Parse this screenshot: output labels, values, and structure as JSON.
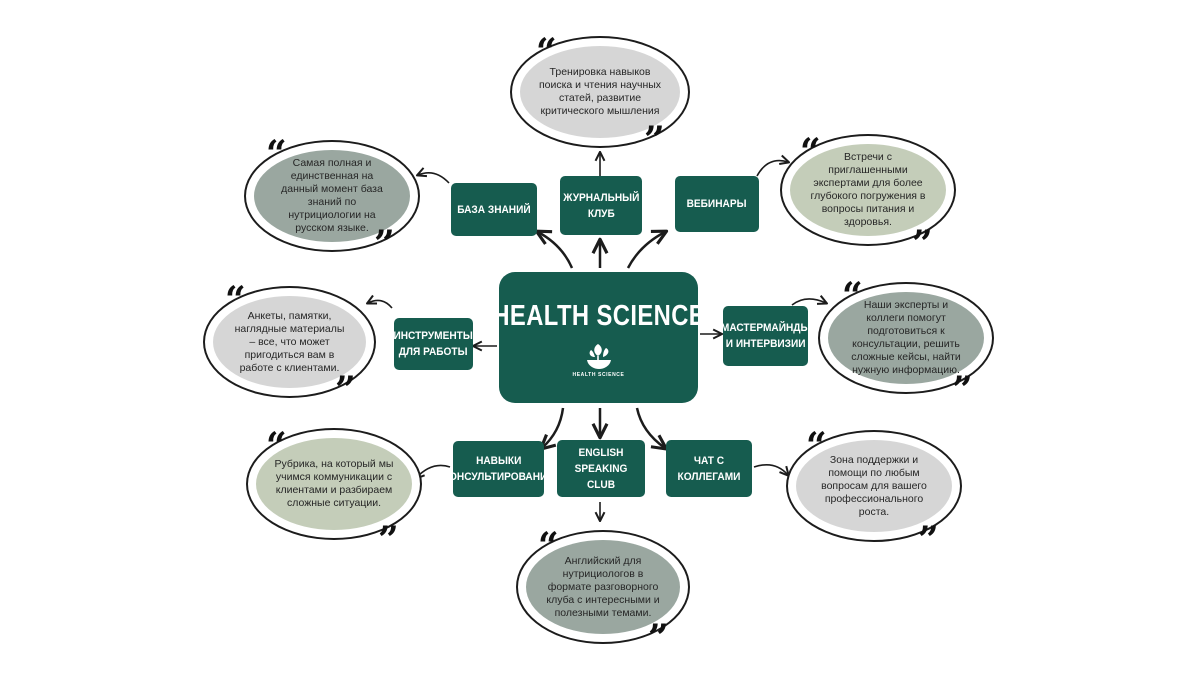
{
  "center": {
    "title": "HEALTH SCIENCE",
    "logo_text": "HEALTH SCIENCE",
    "color": "#165c4f"
  },
  "colors": {
    "node": "#165c4f",
    "bubble_gray_green": "#9aa7a0",
    "bubble_pale_green": "#c4cdb9",
    "bubble_light_gray": "#d6d6d6"
  },
  "quote_open": "“",
  "quote_close": "”",
  "nodes": {
    "baza": "БАЗА ЗНАНИЙ",
    "journal": "ЖУРНАЛЬНЫЙ КЛУБ",
    "webinars": "ВЕБИНАРЫ",
    "instruments": "ИНСТРУМЕНТЫ ДЛЯ РАБОТЫ",
    "mastermind": "МАСТЕРМАЙНДЫ И ИНТЕРВИЗИИ",
    "navyki": "НАВЫКИ КОНСУЛЬТИРОВАНИЯ",
    "english": "ENGLISH SPEAKING CLUB",
    "chat": "ЧАТ С КОЛЛЕГАМИ"
  },
  "bubbles": {
    "journal": "Тренировка навыков поиска и чтения научных статей, развитие критического мышления",
    "baza": "Самая полная и единственная на данный момент база знаний по нутрициологии на русском языке.",
    "webinars": "Встречи с  приглашенными экспертами для более глубокого погружения в вопросы питания и здоровья.",
    "instruments": "Анкеты, памятки, наглядные материалы – все, что может пригодиться вам в работе с клиентами.",
    "mastermind": "Наши эксперты и коллеги помогут подготовиться к консультации, решить сложные кейсы, найти нужную информацию.",
    "navyki": "Рубрика, на который мы учимся коммуникации с клиентами и разбираем сложные ситуации.",
    "chat": "Зона поддержки и помощи по любым вопросам для вашего профессионального роста.",
    "english": "Английский для нутрициологов в формате разговорного клуба с интересными и полезными темами."
  }
}
